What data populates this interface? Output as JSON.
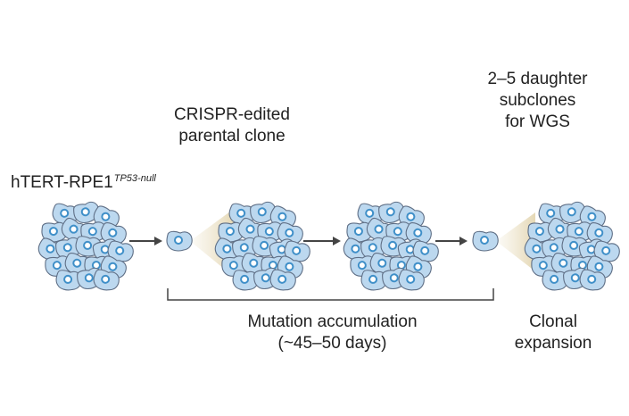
{
  "labels": {
    "parent_line": "hTERT-RPE1",
    "parent_sup": "TP53-null",
    "edited_line1": "CRISPR-edited",
    "edited_line2": "parental clone",
    "subclones_line1": "2–5 daughter",
    "subclones_line2": "subclones",
    "subclones_line3": "for WGS",
    "mutation_line1": "Mutation accumulation",
    "mutation_line2": "(~45–50 days)",
    "clonal_line1": "Clonal",
    "clonal_line2": "expansion"
  },
  "colors": {
    "cell_fill": "#bcd8ef",
    "cell_stroke": "#5f6f86",
    "nucleus_ring": "#3f8fc8",
    "arrow": "#444444",
    "cone": "#e7dcc0"
  }
}
